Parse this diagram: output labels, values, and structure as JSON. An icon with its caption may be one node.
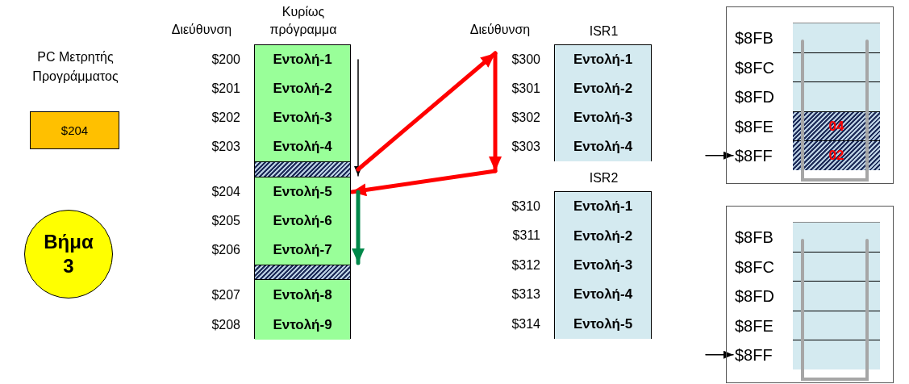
{
  "diagram": {
    "nodes": [
      {
        "text": [
          "PC Μετρητής Προγράμματος",
          "$204"
        ]
      },
      {
        "text": [
          "Βήμα 3"
        ]
      },
      {
        "text": [
          "Κυρίως πρόγραμμα"
        ]
      },
      {
        "text": [
          "Εντολή-1"
        ],
        "in": 2,
        "beside": [
          "$200"
        ]
      },
      {
        "text": [
          "Εντολή-2"
        ],
        "in": 2,
        "beside": [
          "$201"
        ]
      },
      {
        "text": [
          "Εντολή-3"
        ],
        "in": 2,
        "beside": [
          "$202"
        ]
      },
      {
        "text": [
          "Εντολή-4"
        ],
        "in": 2,
        "beside": [
          "$203"
        ]
      },
      {
        "text": [],
        "shape": "bar",
        "in": 2
      },
      {
        "text": [
          "Εντολή-5"
        ],
        "in": 2,
        "beside": [
          "$204"
        ]
      },
      {
        "text": [
          "Εντολή-6"
        ],
        "in": 2,
        "beside": [
          "$205"
        ]
      },
      {
        "text": [
          "Εντολή-7"
        ],
        "in": 2,
        "beside": [
          "$206"
        ]
      },
      {
        "text": [],
        "shape": "bar",
        "in": 2
      },
      {
        "text": [
          "Εντολή-8"
        ],
        "in": 2,
        "beside": [
          "$207"
        ]
      },
      {
        "text": [
          "Εντολή-9"
        ],
        "in": 2,
        "beside": [
          "$208"
        ]
      },
      {
        "text": [
          "ISR1"
        ]
      },
      {
        "text": [
          "Εντολή-1"
        ],
        "in": 14,
        "beside": [
          "$300"
        ]
      },
      {
        "text": [
          "Εντολή-2"
        ],
        "in": 14,
        "beside": [
          "$301"
        ]
      },
      {
        "text": [
          "Εντολή-3"
        ],
        "in": 14,
        "beside": [
          "$302"
        ]
      },
      {
        "text": [
          "Εντολή-4"
        ],
        "in": 14,
        "beside": [
          "$303"
        ]
      },
      {
        "text": [
          "ISR2"
        ]
      },
      {
        "text": [
          "Εντολή-1"
        ],
        "in": 19,
        "beside": [
          "$310"
        ]
      },
      {
        "text": [
          "Εντολή-2"
        ],
        "in": 19,
        "beside": [
          "$311"
        ]
      },
      {
        "text": [
          "Εντολή-3"
        ],
        "in": 19,
        "beside": [
          "$312"
        ]
      },
      {
        "text": [
          "Εντολή-4"
        ],
        "in": 19,
        "beside": [
          "$313"
        ]
      },
      {
        "text": [
          "Εντολή-5"
        ],
        "in": 19,
        "beside": [
          "$314"
        ]
      },
      {
        "text": [],
        "shape": "box"
      },
      {
        "text": [],
        "shape": "box",
        "in": 25,
        "beside": [
          "$8FB"
        ]
      },
      {
        "text": [],
        "shape": "box",
        "in": 25,
        "beside": [
          "$8FC"
        ]
      },
      {
        "text": [],
        "shape": "box",
        "in": 25,
        "beside": [
          "$8FD"
        ]
      },
      {
        "text": [
          "04"
        ],
        "in": 25,
        "beside": [
          "$8FE"
        ]
      },
      {
        "text": [
          "02"
        ],
        "in": 25,
        "beside": [
          "$8FF"
        ]
      },
      {
        "text": [],
        "shape": "box"
      },
      {
        "text": [],
        "shape": "box",
        "in": 31,
        "beside": [
          "$8FB"
        ]
      },
      {
        "text": [],
        "shape": "box",
        "in": 31,
        "beside": [
          "$8FC"
        ]
      },
      {
        "text": [],
        "shape": "box",
        "in": 31,
        "beside": [
          "$8FD"
        ]
      },
      {
        "text": [],
        "shape": "box",
        "in": 31,
        "beside": [
          "$8FE"
        ]
      },
      {
        "text": [],
        "shape": "box",
        "in": 31,
        "beside": [
          "$8FF"
        ]
      }
    ],
    "edges": [
      {
        "from": 3,
        "to": 7,
        "arrow": "to"
      },
      {
        "from": 7,
        "to": 15,
        "arrow": "to",
        "color": "#ff0000"
      },
      {
        "from": 15,
        "to": 18,
        "arrow": "to",
        "color": "#ff0000"
      },
      {
        "from": 18,
        "to": 8,
        "arrow": "to",
        "color": "#ff0000"
      },
      {
        "from": 8,
        "to": 10,
        "arrow": "to",
        "color": "#00884a"
      },
      {
        "from": null,
        "to": 30,
        "arrow": "to"
      },
      {
        "from": null,
        "to": 36,
        "arrow": "to"
      }
    ],
    "labels": [
      "Διεύθυνση",
      "Διεύθυνση"
    ]
  }
}
